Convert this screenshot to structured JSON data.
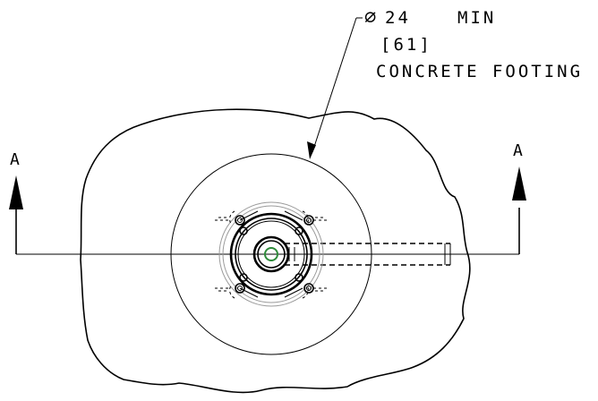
{
  "drawing": {
    "callout": {
      "diameter_symbol": "∅",
      "diameter_value": "24",
      "min_label": "MIN",
      "metric_value": "[61]",
      "footing_label": "CONCRETE FOOTING"
    },
    "section": {
      "left_label": "A",
      "right_label": "A"
    },
    "colors": {
      "line": "#000000",
      "faint": "#9a9a9a",
      "accent": "#2e8b3a",
      "background": "#ffffff"
    }
  }
}
